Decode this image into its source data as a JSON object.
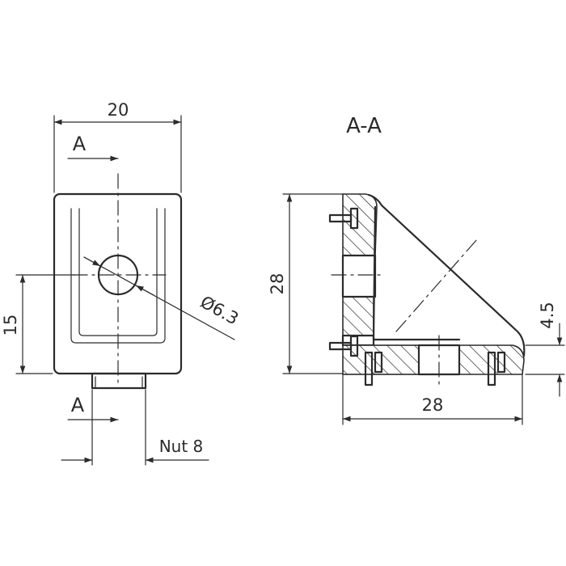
{
  "front_view": {
    "width_dim": "20",
    "hole_height_dim": "15",
    "hole_diameter": "Ø6.3",
    "section_marker_top": "A",
    "section_marker_bottom": "A",
    "nut_label": "Nut 8"
  },
  "section_view": {
    "title": "A-A",
    "height_dim": "28",
    "width_dim": "28",
    "thickness_dim": "4.5"
  },
  "colors": {
    "line": "#2b2b2b",
    "background": "#ffffff"
  }
}
